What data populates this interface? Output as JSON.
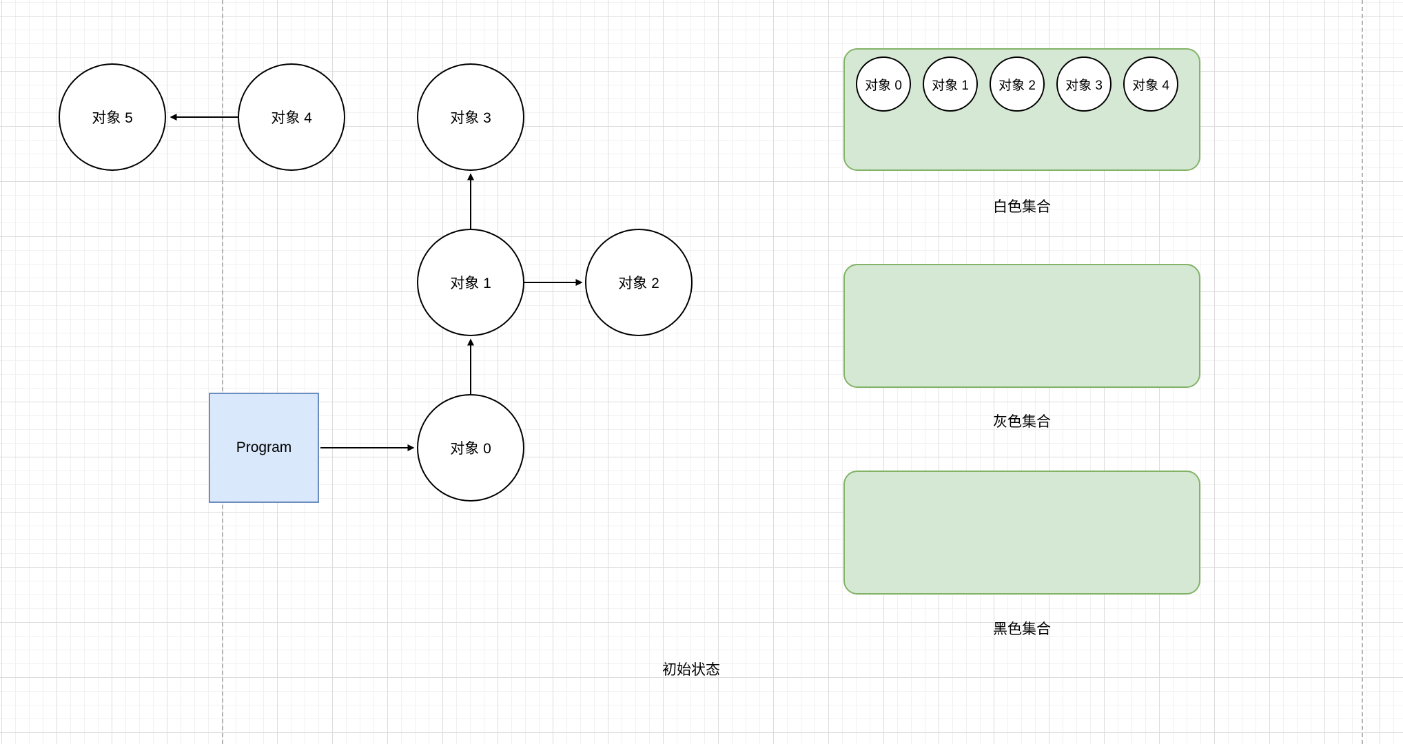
{
  "canvas": {
    "caption": "初始状态"
  },
  "graph": {
    "program": {
      "label": "Program"
    },
    "nodes": [
      {
        "label": "对象 5"
      },
      {
        "label": "对象 4"
      },
      {
        "label": "对象 3"
      },
      {
        "label": "对象 1"
      },
      {
        "label": "对象 2"
      },
      {
        "label": "对象 0"
      }
    ],
    "edges": [
      {
        "from": "对象 4",
        "to": "对象 5"
      },
      {
        "from": "对象 1",
        "to": "对象 3"
      },
      {
        "from": "对象 1",
        "to": "对象 2"
      },
      {
        "from": "对象 0",
        "to": "对象 1"
      },
      {
        "from": "Program",
        "to": "对象 0"
      }
    ]
  },
  "sets": [
    {
      "label": "白色集合",
      "members": [
        "对象 0",
        "对象 1",
        "对象 2",
        "对象 3",
        "对象 4"
      ]
    },
    {
      "label": "灰色集合",
      "members": []
    },
    {
      "label": "黑色集合",
      "members": []
    }
  ],
  "colors": {
    "node_fill": "#ffffff",
    "node_stroke": "#000000",
    "edge_stroke": "#000000",
    "program_fill": "#dae8fc",
    "program_stroke": "#6c8ebf",
    "set_fill": "#d5e8d4",
    "set_stroke": "#82b366",
    "grid_minor": "#f2f0f0",
    "grid_major": "#dcdcdc",
    "guide": "#b3b3b3"
  }
}
